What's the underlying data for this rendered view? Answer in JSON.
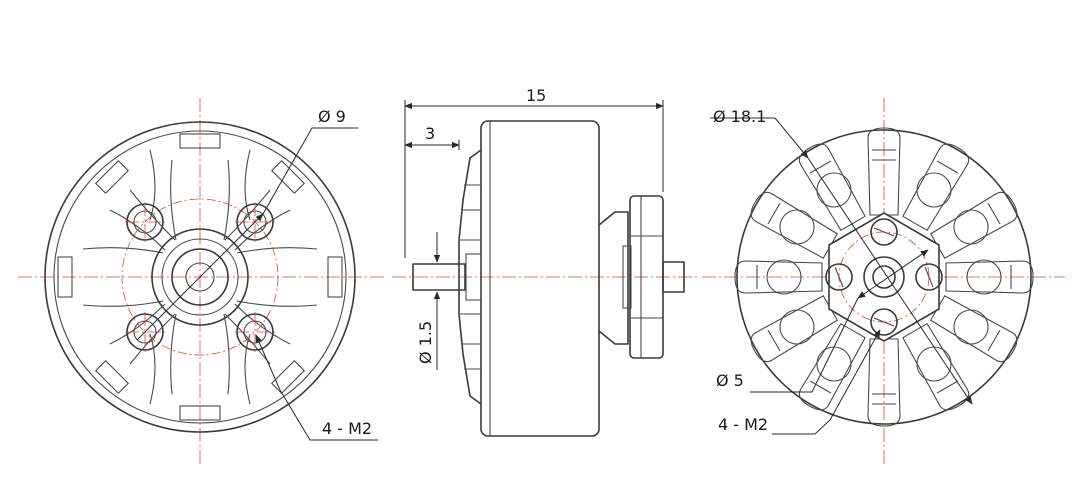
{
  "labels": {
    "front_pcd": "Ø 9",
    "front_thread": "4 - M2",
    "side_length": "15",
    "side_shaft_len": "3",
    "side_shaft_dia": "Ø 1.5",
    "rear_outer_dia": "Ø 18.1",
    "rear_pcd": "Ø 5",
    "rear_thread": "4 - M2"
  },
  "colors": {
    "outline": "#3a3a3a",
    "centerline": "#e8423c",
    "dimension": "#2a2a2a"
  }
}
